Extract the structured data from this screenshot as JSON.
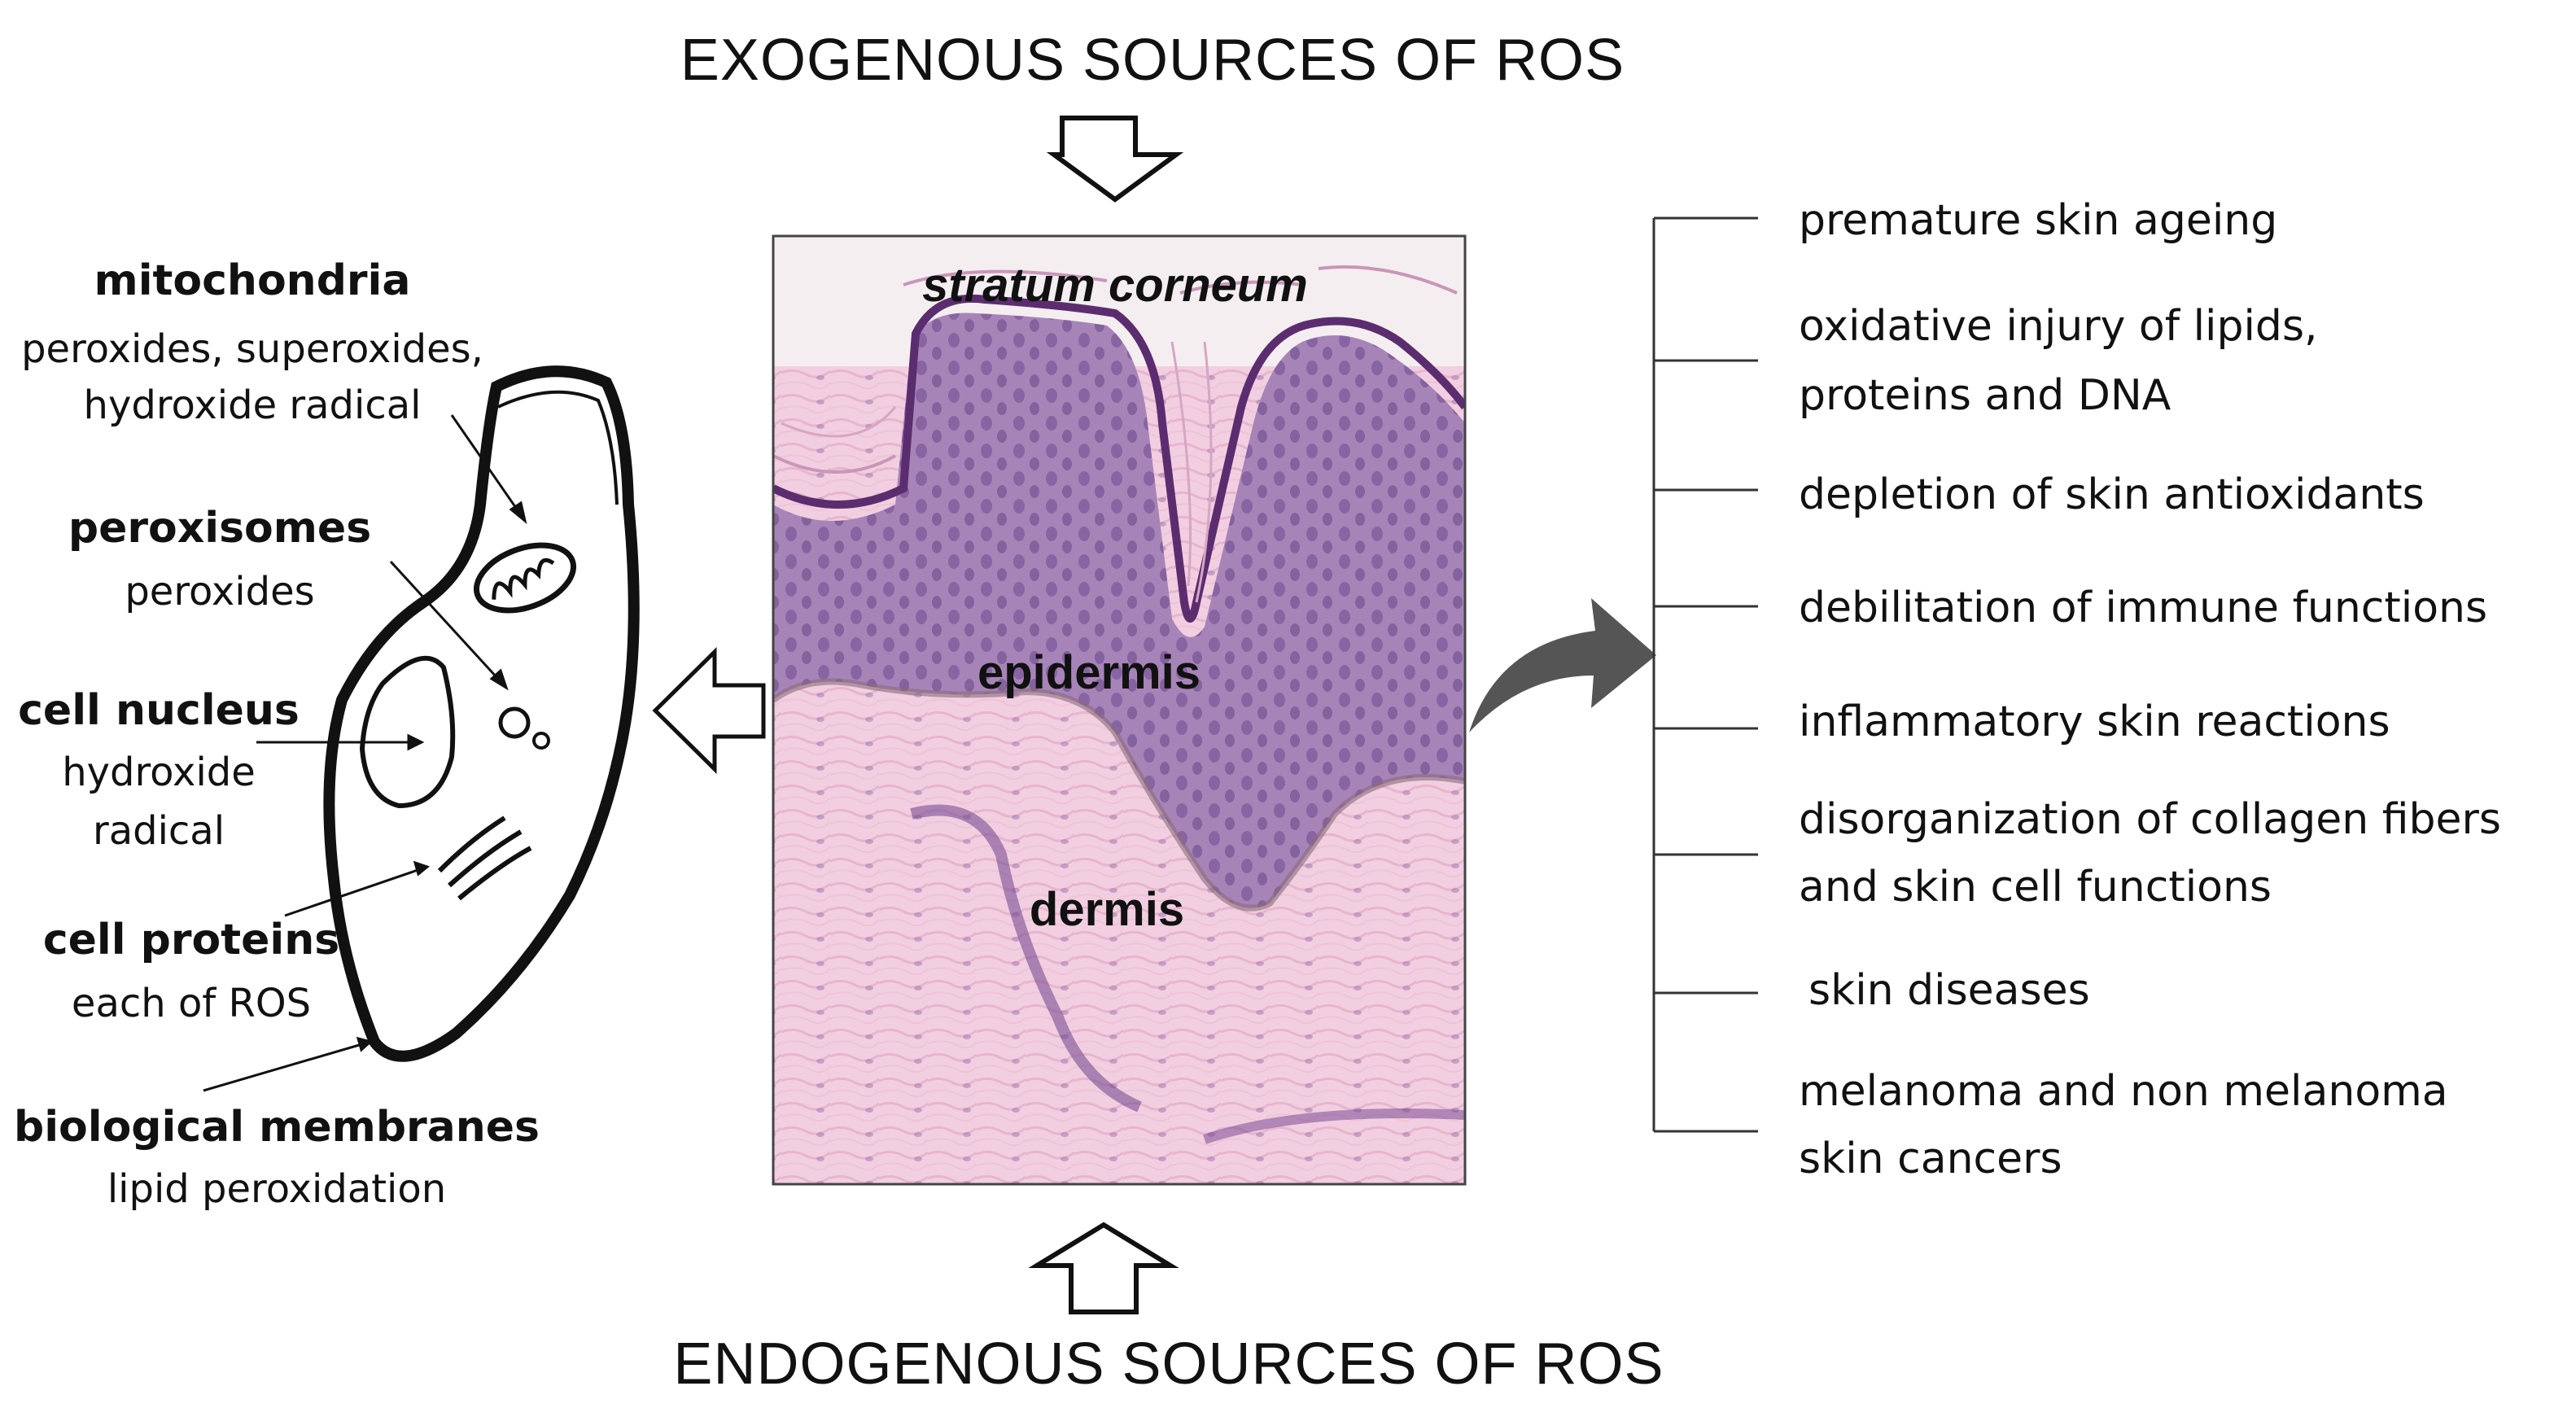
{
  "title_top": "EXOGENOUS SOURCES OF ROS",
  "title_bottom": "ENDOGENOUS SOURCES OF ROS",
  "tissue": {
    "stratum_corneum": "stratum corneum",
    "epidermis": "epidermis",
    "dermis": "dermis"
  },
  "cell_labels": [
    {
      "name": "mitochondria",
      "lines": [
        "peroxides, superoxides,",
        "hydroxide radical"
      ]
    },
    {
      "name": "peroxisomes",
      "lines": [
        "peroxides"
      ]
    },
    {
      "name": "cell nucleus",
      "lines": [
        "hydroxide",
        "radical"
      ]
    },
    {
      "name": "cell proteins",
      "lines": [
        "each of ROS"
      ]
    },
    {
      "name": "biological membranes",
      "lines": [
        "lipid peroxidation"
      ]
    }
  ],
  "effects": [
    [
      "premature skin ageing"
    ],
    [
      "oxidative injury of lipids,",
      "proteins and DNA"
    ],
    [
      "depletion of skin antioxidants"
    ],
    [
      "debilitation of immune functions"
    ],
    [
      "inflammatory skin reactions"
    ],
    [
      "disorganization of collagen fibers",
      "and skin cell functions"
    ],
    [
      "skin diseases"
    ],
    [
      "melanoma and non melanoma",
      "skin cancers"
    ]
  ],
  "colors": {
    "arrow_fill": "#555555",
    "tissue_dermis": "#f1cfe0",
    "tissue_epidermis": "#a784b8"
  }
}
